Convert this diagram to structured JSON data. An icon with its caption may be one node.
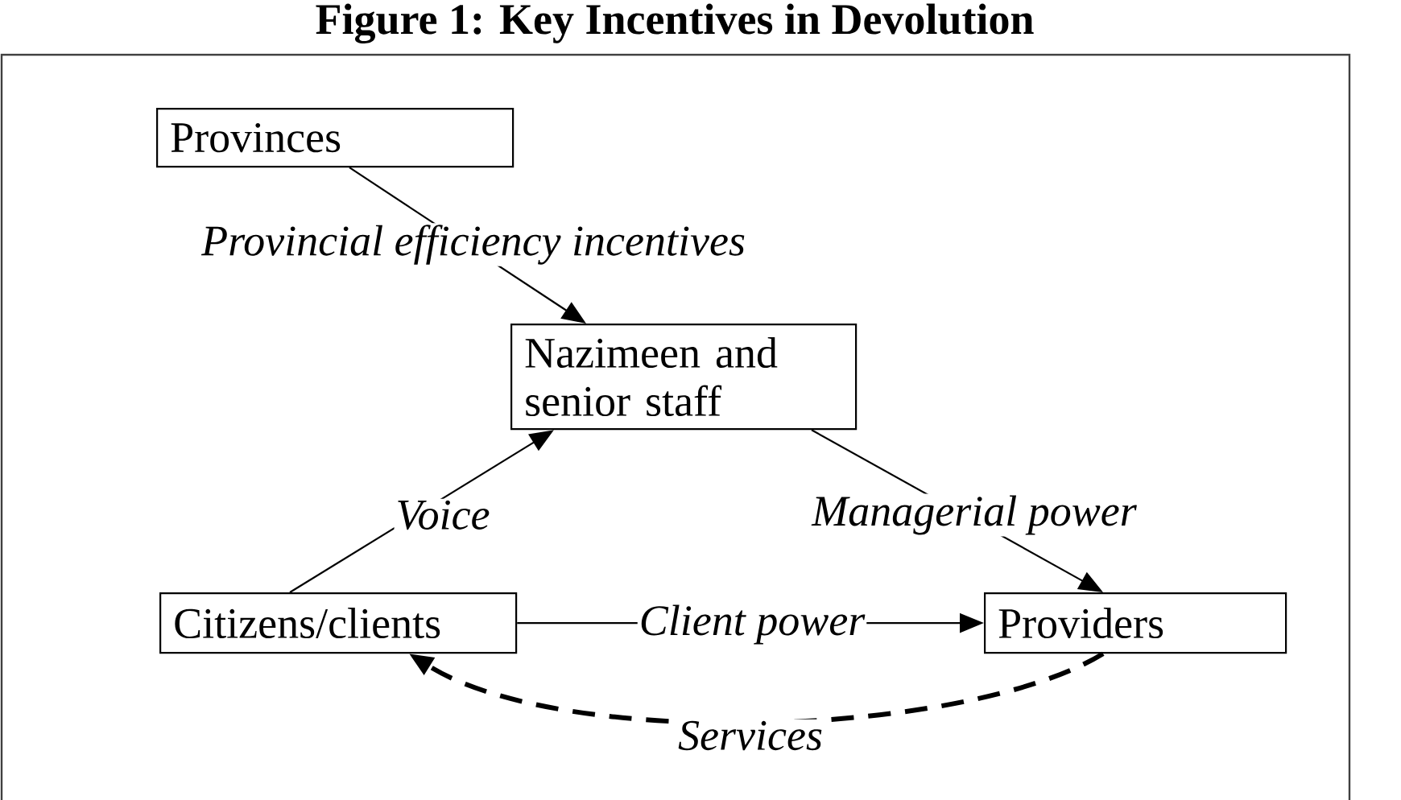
{
  "diagram": {
    "title": "Figure 1: Key Incentives in Devolution",
    "nodes": [
      {
        "text": [
          "Provinces"
        ]
      },
      {
        "text": [
          "Nazimeen and senior staff"
        ]
      },
      {
        "text": [
          "Citizens/clients"
        ]
      },
      {
        "text": [
          "Providers"
        ]
      }
    ],
    "edges": [
      {
        "from": 0,
        "to": 1,
        "arrow": "to",
        "label": "Provincial efficiency incentives"
      },
      {
        "from": 2,
        "to": 1,
        "arrow": "to",
        "label": "Voice"
      },
      {
        "from": 1,
        "to": 3,
        "arrow": "to",
        "label": "Managerial power"
      },
      {
        "from": 2,
        "to": 3,
        "arrow": "to",
        "label": "Client power"
      },
      {
        "from": 3,
        "to": 2,
        "arrow": "to",
        "label": "Services",
        "style": "dashed"
      }
    ]
  }
}
